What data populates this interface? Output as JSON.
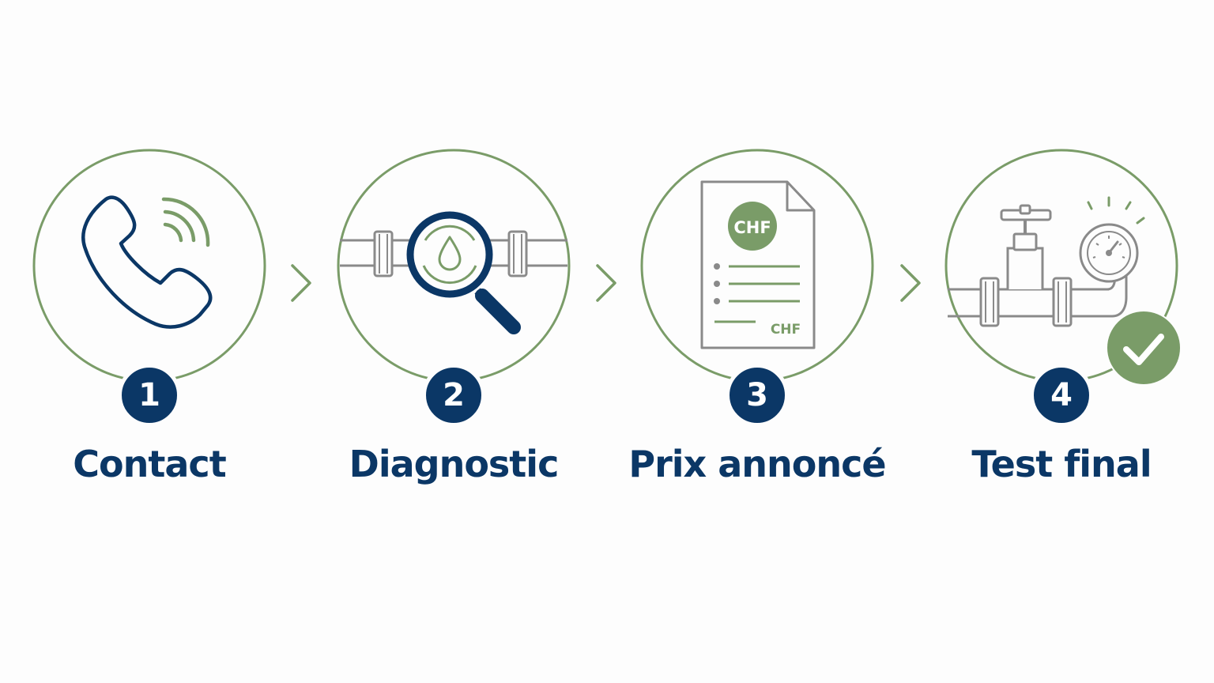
{
  "colors": {
    "navy": "#0b3766",
    "green": "#7a9c68",
    "gray": "#8a8a8a",
    "background": "#fdfdfd"
  },
  "steps": [
    {
      "number": "1",
      "label": "Contact",
      "icon": "phone-icon"
    },
    {
      "number": "2",
      "label": "Diagnostic",
      "icon": "magnifier-leak-icon"
    },
    {
      "number": "3",
      "label": "Prix annoncé",
      "icon": "quote-document-icon",
      "doc_badge": "CHF",
      "doc_total": "CHF"
    },
    {
      "number": "4",
      "label": "Test final",
      "icon": "valve-gauge-icon",
      "status_icon": "checkmark-icon"
    }
  ],
  "separators": [
    "chevron-right-icon",
    "chevron-right-icon",
    "chevron-right-icon"
  ]
}
